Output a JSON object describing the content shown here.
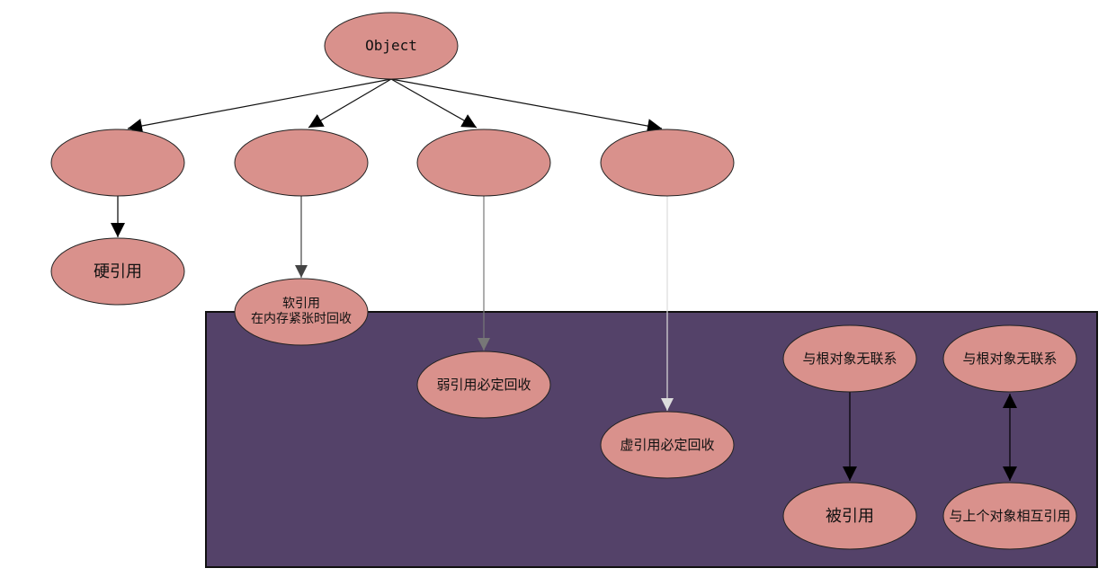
{
  "colors": {
    "node_fill": "#d9918c",
    "cluster_fill": "#544269"
  },
  "nodes": {
    "object": "Object",
    "ref_1": "",
    "ref_2": "",
    "ref_3": "",
    "ref_4": "",
    "hard_ref": "硬引用",
    "soft_ref_line1": "软引用",
    "soft_ref_line2": "在内存紧张时回收",
    "weak_ref": "弱引用必定回收",
    "phantom_ref": "虚引用必定回收",
    "no_root_1": "与根对象无联系",
    "no_root_2": "与根对象无联系",
    "referenced": "被引用",
    "mutual_ref": "与上个对象相互引用"
  }
}
